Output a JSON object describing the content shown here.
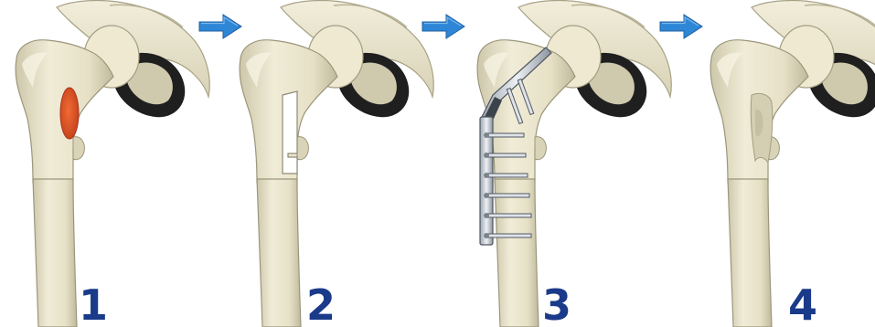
{
  "steps": [
    {
      "number": "1"
    },
    {
      "number": "2"
    },
    {
      "number": "3"
    },
    {
      "number": "4"
    }
  ],
  "colors": {
    "bone": "#ebe6cf",
    "bone_shade": "#c9c3a5",
    "bone_outline": "#8d8a78",
    "acetabulum": "#1f1f1f",
    "lesion": "#e0521f",
    "implant": "#d7dbe0",
    "implant_dark": "#505862",
    "arrow": "#2e86d6",
    "number": "#1a3a8a"
  },
  "icons": {
    "arrow": "right-arrow-icon",
    "lesion": "lesion-mark",
    "implant": "plate-and-screws"
  }
}
